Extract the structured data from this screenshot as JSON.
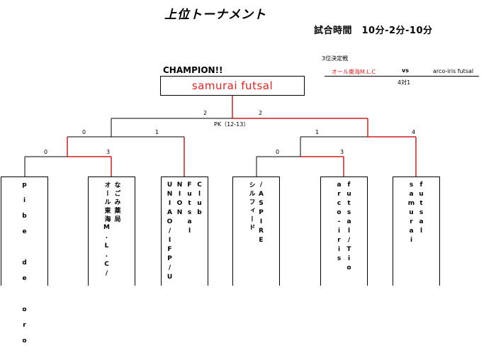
{
  "title": "上位トーナメント",
  "match_time": "試合時間　10分-2分-10分",
  "third_place": {
    "title": "3位決定戦",
    "left_team": "オール東海M.L.C",
    "vs": "vs",
    "right_team": "arco-iris futsal",
    "score": "4対1"
  },
  "champion": {
    "label": "CHAMPION!!",
    "team": "samurai futsal"
  },
  "final": {
    "left_score": "2",
    "right_score": "2",
    "pk": "PK（12-13）"
  },
  "semis": {
    "left": {
      "a": "0",
      "b": "1"
    },
    "right": {
      "a": "1",
      "b": "4"
    }
  },
  "quarters": {
    "left": {
      "a": "0",
      "b": "3"
    },
    "right": {
      "a": "0",
      "b": "3"
    }
  },
  "teams": [
    {
      "lines": [
        "pibe de oro"
      ]
    },
    {
      "lines": [
        "オール東海M.L.C/",
        "なごみ薬局"
      ]
    },
    {
      "lines": [
        "UNIAO/IFP/U",
        "NION",
        "Futsal",
        "Club"
      ]
    },
    {
      "lines": [
        "シルフィード",
        "/ASPIRE"
      ]
    },
    {
      "lines": [
        "arco-iris",
        "futsal/Tio"
      ]
    },
    {
      "lines": [
        "samurai",
        "futsal"
      ]
    }
  ],
  "colors": {
    "winner_line": "#cc1f1f",
    "accent_text": "#e8201c"
  }
}
